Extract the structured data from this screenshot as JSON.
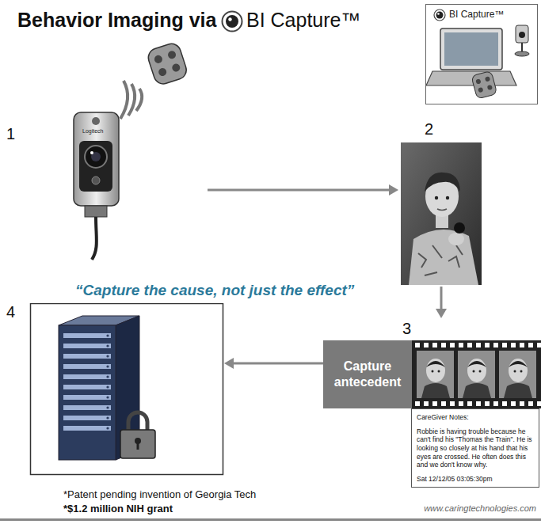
{
  "diagram": {
    "title": "Behavior Imaging via",
    "nodes": [
      {
        "text": [
          "BI Capture™"
        ]
      },
      {
        "text": [
          "1"
        ]
      },
      {
        "text": [
          "2"
        ]
      },
      {
        "text": [
          "3",
          "Capture antecedent"
        ]
      },
      {
        "text": [
          "CareGiver Notes:",
          "Robbie is having trouble because he can't find his \"Thomas the Train\". He is looking so closely at his hand that his eyes are crossed. He often does this and we don't know why.",
          "Sat 12/12/05 03:05:30pm"
        ]
      },
      {
        "text": [
          "4"
        ]
      }
    ],
    "edges": [
      {
        "from": 1,
        "to": 2,
        "arrow": "to"
      },
      {
        "from": 2,
        "to": 3,
        "arrow": "to"
      },
      {
        "from": 3,
        "to": 5,
        "arrow": "to"
      }
    ],
    "labels": [
      "BI Capture™",
      "“Capture the cause, not just the effect”",
      "Logitech",
      "*Patent pending invention of Georgia Tech",
      "*$1.2 million NIH grant",
      "www.caringtechnologies.com"
    ]
  }
}
